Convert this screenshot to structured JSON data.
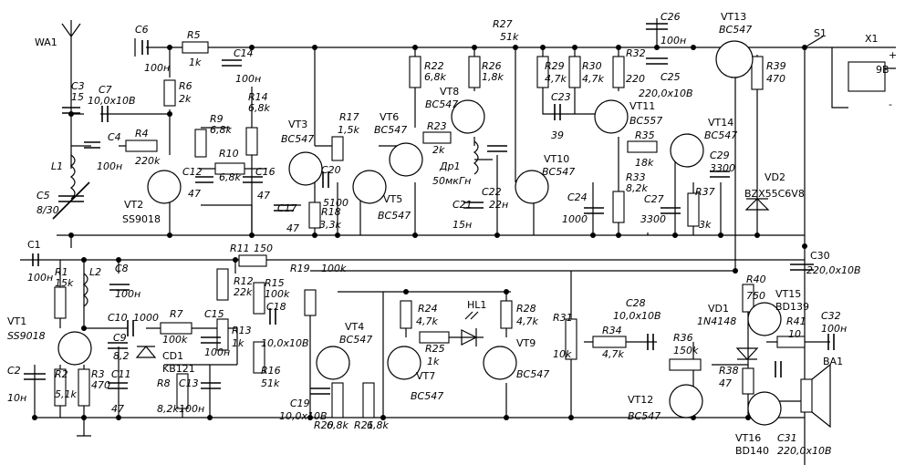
{
  "labels": {
    "wa1": "WA1",
    "c6": "C6",
    "c6v": "100н",
    "r5": "R5",
    "r5v": "1k",
    "c14": "C14",
    "c14v": "100н",
    "r27": "R27",
    "r27v": "51k",
    "c26": "C26",
    "c26v": "100н",
    "vt13": "VT13",
    "vt13v": "BC547",
    "s1": "S1",
    "x1": "X1",
    "plus": "+",
    "minus": "-",
    "v9": "9В",
    "c3": "C3",
    "c3v": "15",
    "c7": "C7",
    "c7v": "10,0x10В",
    "r6": "R6",
    "r6v": "2k",
    "r22": "R22",
    "r22v": "6,8k",
    "r26": "R26",
    "r26v": "1,8k",
    "r29": "R29",
    "r29v": "4,7k",
    "r30": "R30",
    "r30v": "4,7k",
    "r32": "R32",
    "r32v": "220",
    "c25": "C25",
    "c25v": "220,0x10В",
    "r39": "R39",
    "r39v": "470",
    "vt8": "VT8",
    "vt8v": "BC547",
    "r14": "R14",
    "r14v": "6,8k",
    "r9": "R9",
    "r9v": "6,8k",
    "c4": "C4",
    "c4v": "100н",
    "r4": "R4",
    "r4v": "220k",
    "vt3": "VT3",
    "vt3v": "BC547",
    "r17": "R17",
    "r17v": "1,5k",
    "vt6": "VT6",
    "vt6v": "BC547",
    "r23": "R23",
    "r23v": "2k",
    "c23": "C23",
    "c23v": "39",
    "vt11": "VT11",
    "vt11v": "BC557",
    "vt14": "VT14",
    "vt14v": "BC547",
    "r35": "R35",
    "r35v": "18k",
    "c29": "C29",
    "c29v": "3300",
    "l1": "L1",
    "r10": "R10",
    "r10v": "6,8k",
    "c12": "C12",
    "c12v": "47",
    "c16": "C16",
    "c16v": "47",
    "c20": "C20",
    "c20v": "5100",
    "dr1": "Др1",
    "dr1v": "50мкГн",
    "vt10": "VT10",
    "vt10v": "BC547",
    "r33": "R33",
    "r33v": "8,2k",
    "vd2": "VD2",
    "vd2v": "BZX55C6V8",
    "c5": "C5",
    "c5v": "8/30",
    "vt2": "VT2",
    "vt2v": "SS9018",
    "c17": "C17",
    "c17v": "47",
    "r18": "R18",
    "r18v": "3,3k",
    "vt5": "VT5",
    "vt5v": "BC547",
    "c22": "C22",
    "c22v": "22н",
    "c21": "C21",
    "c21v": "15н",
    "c24": "C24",
    "c24v": "1000",
    "c27": "C27",
    "c27v": "3300",
    "r37": "R37",
    "r37v": "3k",
    "c1": "C1",
    "c1v": "100н",
    "r11": "R11",
    "r11v": "150",
    "r19": "R19",
    "r19v": "100k",
    "c30": "C30",
    "c30v": "220,0x10В",
    "r1": "R1",
    "r1v": "15k",
    "l2": "L2",
    "c8": "C8",
    "c8v": "100н",
    "r12": "R12",
    "r12v": "22k",
    "r15": "R15",
    "r15v": "100k",
    "r40": "R40",
    "r40v": "750",
    "vt15": "VT15",
    "vt15v": "BD139",
    "r24": "R24",
    "r24v": "4,7k",
    "hl1": "HL1",
    "r28": "R28",
    "r28v": "4,7k",
    "c28": "C28",
    "c28v": "10,0x10В",
    "vd1": "VD1",
    "vd1v": "1N4148",
    "vt1": "VT1",
    "vt1v": "SS9018",
    "c10": "C10",
    "c10v": "1000",
    "r7": "R7",
    "r7v": "100k",
    "c15": "C15",
    "c15v": "100н",
    "c18": "C18",
    "c18v": "10,0x10В",
    "r13": "R13",
    "r13v": "1k",
    "vt4": "VT4",
    "vt4v": "BC547",
    "r25": "R25",
    "r25v": "1k",
    "vt9": "VT9",
    "vt9v": "BC547",
    "r31": "R31",
    "r31v": "10k",
    "r34": "R34",
    "r34v": "4,7k",
    "r41": "R41",
    "r41v": "10",
    "c32": "C32",
    "c32v": "100н",
    "c9": "C9",
    "c9v": "8,2",
    "cd1": "CD1",
    "cd1v": "KB121",
    "r36": "R36",
    "r36v": "150k",
    "ba1": "BA1",
    "c2": "C2",
    "c2v": "10н",
    "r2": "R2",
    "r2v": "5,1k",
    "r3": "R3",
    "r3v": "470",
    "c11": "C11",
    "c11v": "47",
    "r8": "R8",
    "r8v": "8,2k",
    "c13": "C13",
    "c13v": "100н",
    "r16": "R16",
    "r16v": "51k",
    "vt7": "VT7",
    "vt7v": "BC547",
    "r38": "R38",
    "r38v": "47",
    "vt12": "VT12",
    "vt12v": "BC547",
    "c19": "C19",
    "c19v": "10,0x10В",
    "r20": "R20",
    "r20v": "6,8k",
    "r21": "R21",
    "r21v": "6,8k",
    "vt16": "VT16",
    "vt16v": "BD140",
    "c31": "C31",
    "c31v": "220,0x10В"
  }
}
